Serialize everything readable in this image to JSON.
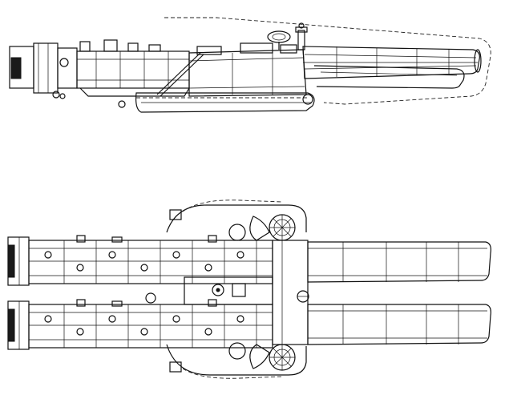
{
  "drawing": {
    "views": [
      "side-elevation",
      "plan-view"
    ],
    "colors": {
      "ink": "#111111",
      "paper": "#ffffff"
    },
    "plan_barrel_count": 2
  }
}
